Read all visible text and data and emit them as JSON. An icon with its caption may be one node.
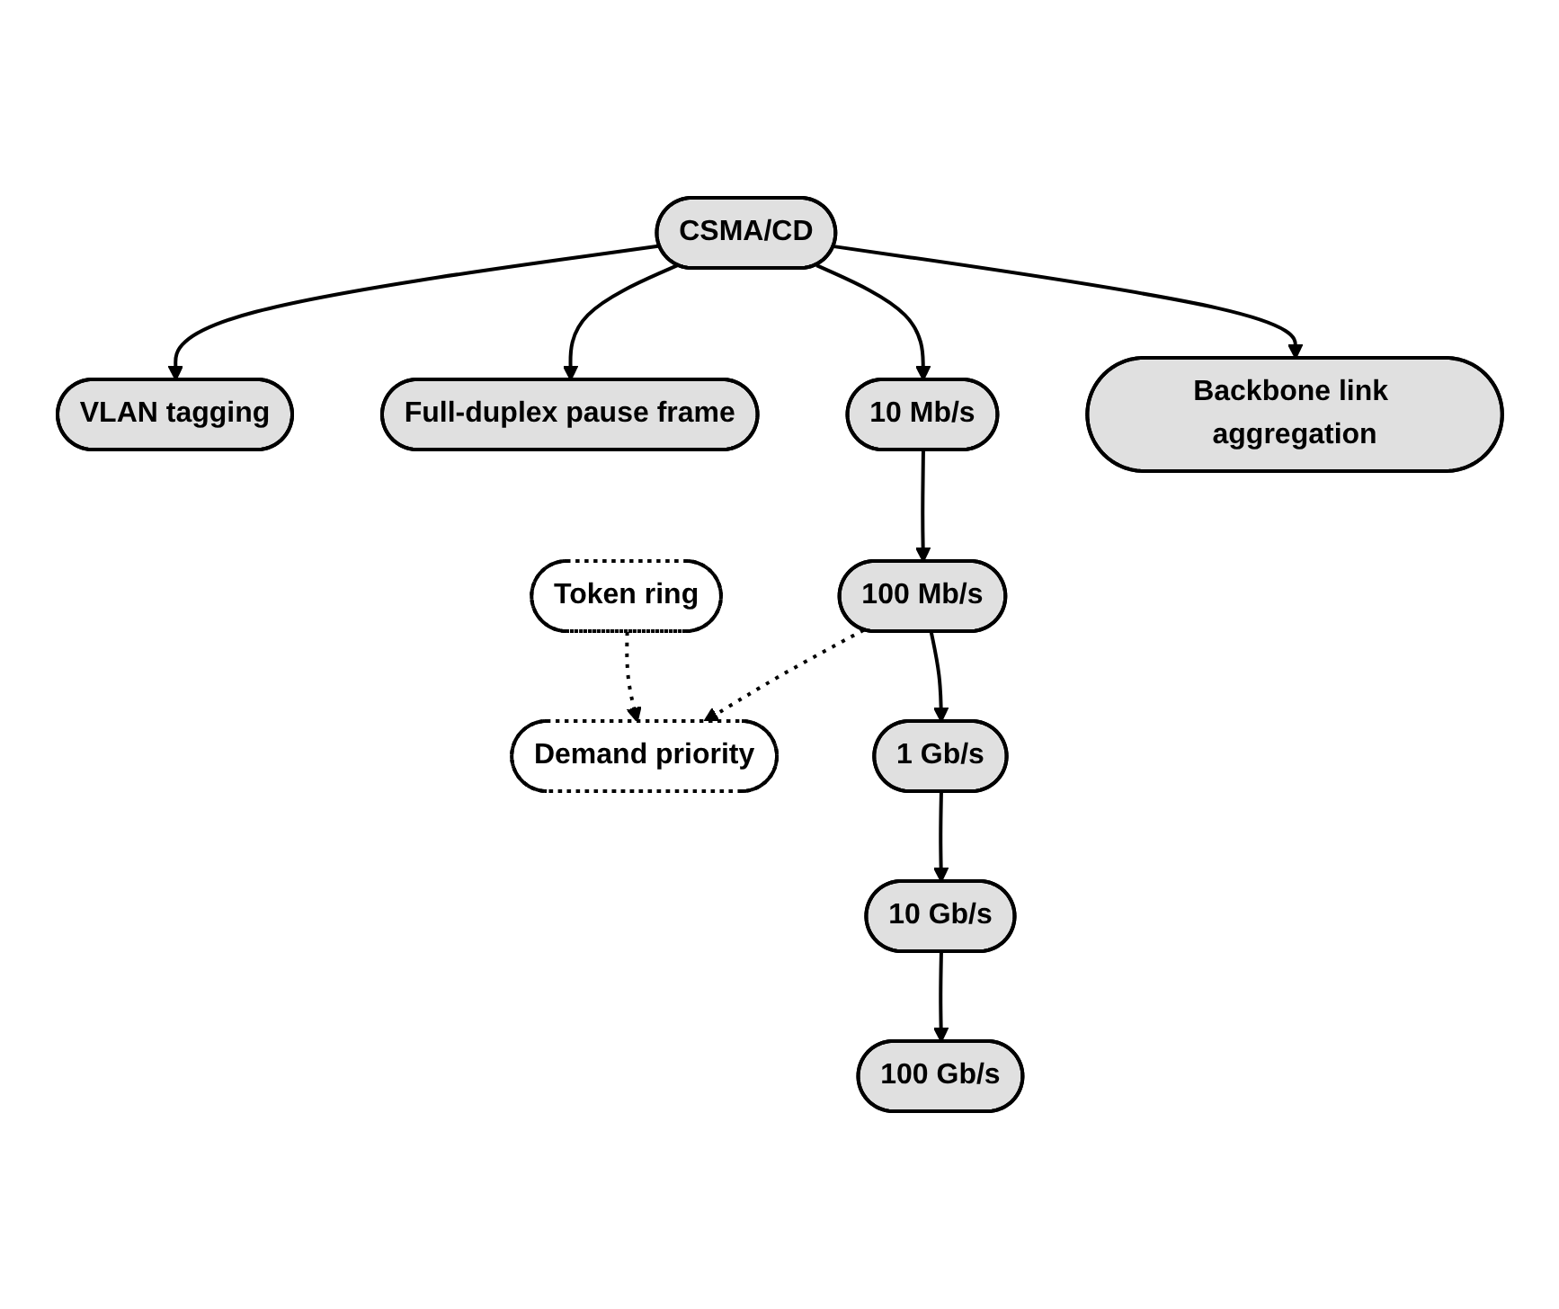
{
  "diagram": {
    "nodes": [
      {
        "text": [
          "VLAN tagging"
        ]
      },
      {
        "text": [
          "CSMA/CD"
        ]
      },
      {
        "text": [
          "Full-duplex pause frame"
        ]
      },
      {
        "text": [
          "Token ring"
        ]
      },
      {
        "text": [
          "10 Mb/s"
        ]
      },
      {
        "text": [
          "Backbone link aggregation"
        ]
      },
      {
        "text": [
          "Demand priority"
        ]
      },
      {
        "text": [
          "100 Mb/s"
        ]
      },
      {
        "text": [
          "1 Gb/s"
        ]
      },
      {
        "text": [
          "10 Gb/s"
        ]
      },
      {
        "text": [
          "100 Gb/s"
        ]
      }
    ],
    "edges": [
      {
        "from": 1,
        "to": 0,
        "arrow": "to"
      },
      {
        "from": 1,
        "to": 2,
        "arrow": "to"
      },
      {
        "from": 1,
        "to": 4,
        "arrow": "to"
      },
      {
        "from": 1,
        "to": 5,
        "arrow": "to"
      },
      {
        "from": 3,
        "to": 6,
        "arrow": "to",
        "style": "dashed"
      },
      {
        "from": 7,
        "to": 6,
        "arrow": "to",
        "style": "dashed"
      },
      {
        "from": 4,
        "to": 7,
        "arrow": "to"
      },
      {
        "from": 7,
        "to": 8,
        "arrow": "to"
      },
      {
        "from": 8,
        "to": 9,
        "arrow": "to"
      },
      {
        "from": 9,
        "to": 10,
        "arrow": "to"
      }
    ]
  }
}
